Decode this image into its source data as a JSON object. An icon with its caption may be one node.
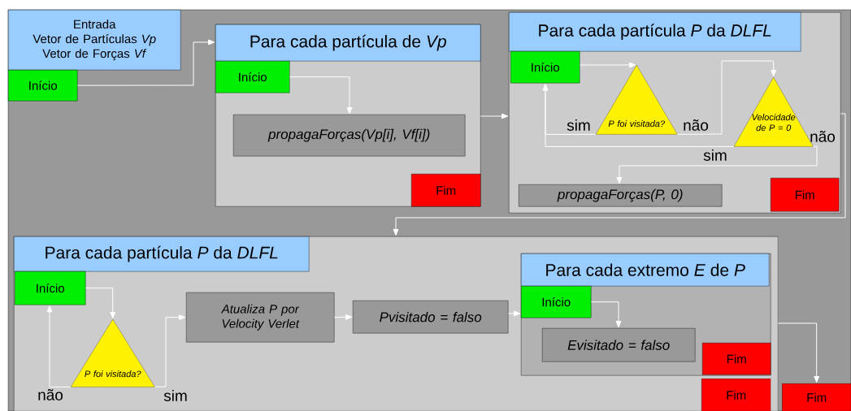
{
  "diagram": {
    "nodes": [
      {
        "text": [
          "Entrada",
          "Vetor de Partículas *Vp* Vetor de Forças *Vf*"
        ]
      },
      {
        "text": [
          "Início"
        ]
      },
      {
        "text": [
          "Para cada partícula de *Vp*"
        ]
      },
      {
        "text": [
          "Início"
        ],
        "in": 2
      },
      {
        "text": [
          "propagaForças(Vp[i], Vf[i])"
        ],
        "in": 2
      },
      {
        "text": [
          "Fim"
        ],
        "in": 2
      },
      {
        "text": [
          "Para cada partícula *P* da *DLFL*"
        ]
      },
      {
        "text": [
          "Início"
        ],
        "in": 6
      },
      {
        "text": [
          "P foi visitada?"
        ],
        "in": 6
      },
      {
        "text": [
          "Velocidade de P = 0"
        ],
        "in": 6
      },
      {
        "text": [
          "propagaForças(P, 0)"
        ],
        "in": 6
      },
      {
        "text": [
          "Fim"
        ],
        "in": 6
      },
      {
        "text": [
          "Para cada partícula *P* da *DLFL*"
        ]
      },
      {
        "text": [
          "Início"
        ],
        "in": 12
      },
      {
        "text": [
          "P foi visitada?"
        ],
        "in": 12
      },
      {
        "text": [
          "Atualiza P por Velocity Verlet"
        ],
        "in": 12
      },
      {
        "text": [
          "Pvisitado = falso"
        ],
        "in": 12
      },
      {
        "text": [
          "Para cada extremo *E* de *P*"
        ],
        "in": 12
      },
      {
        "text": [
          "Início"
        ],
        "in": 17
      },
      {
        "text": [
          "Evisitado = falso"
        ],
        "in": 17
      },
      {
        "text": [
          "Fim"
        ],
        "in": 17
      },
      {
        "text": [
          "Fim"
        ],
        "in": 12
      },
      {
        "text": [
          "Fim"
        ]
      }
    ],
    "edges": [
      {
        "from": 1,
        "to": 2,
        "arrow": "to"
      },
      {
        "from": 3,
        "to": 4,
        "arrow": "to"
      },
      {
        "from": 2,
        "to": 6,
        "arrow": "to"
      },
      {
        "from": 7,
        "to": 8,
        "arrow": "to"
      },
      {
        "from": 8,
        "to": 7,
        "label": "sim",
        "arrow": "to"
      },
      {
        "from": 8,
        "to": 9,
        "label": "não",
        "arrow": "to"
      },
      {
        "from": 9,
        "to": 7,
        "label": "sim",
        "arrow": "to"
      },
      {
        "from": 9,
        "to": 10,
        "label": "não",
        "arrow": "to"
      },
      {
        "from": 6,
        "to": 12,
        "arrow": "to"
      },
      {
        "from": 13,
        "to": 14,
        "arrow": "to"
      },
      {
        "from": 14,
        "to": 13,
        "label": "não",
        "arrow": "to"
      },
      {
        "from": 14,
        "to": 15,
        "label": "sim",
        "arrow": "to"
      },
      {
        "from": 15,
        "to": 16,
        "arrow": "to"
      },
      {
        "from": 16,
        "to": 18,
        "arrow": "to"
      },
      {
        "from": 18,
        "to": 19,
        "arrow": "to"
      },
      {
        "from": 12,
        "to": 22,
        "arrow": "to"
      }
    ]
  }
}
